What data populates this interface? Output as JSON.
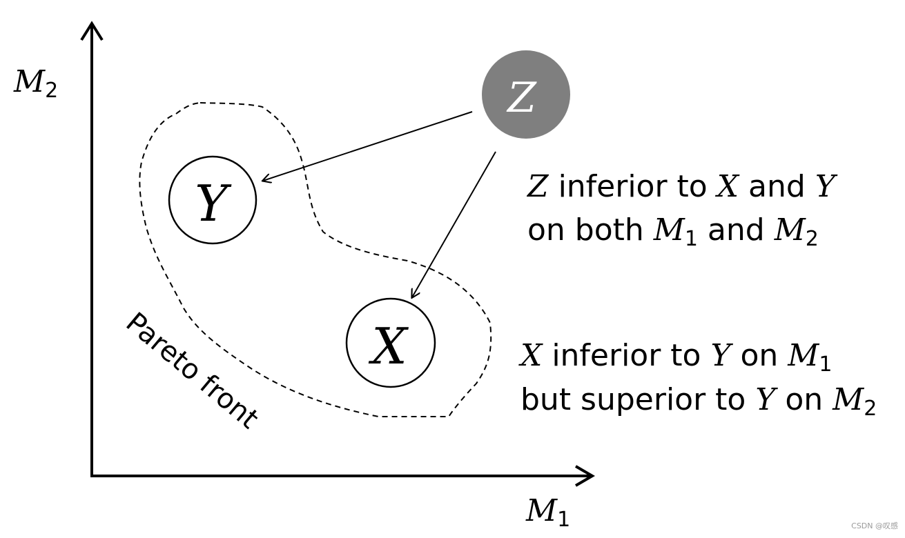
{
  "axes": {
    "x_label": {
      "base": "M",
      "sub": "1"
    },
    "y_label": {
      "base": "M",
      "sub": "2"
    }
  },
  "nodes": {
    "z": {
      "label": "Z",
      "fill": "#7f7f7f",
      "text_color": "#ffffff"
    },
    "y": {
      "label": "Y",
      "fill": "#ffffff",
      "text_color": "#000000"
    },
    "x": {
      "label": "X",
      "fill": "#ffffff",
      "text_color": "#000000"
    }
  },
  "pareto_front_label": "Pareto front",
  "annotations": {
    "z_line1": {
      "var": "Z",
      "text1": " inferior to ",
      "var2": "X",
      "text2": " and ",
      "var3": "Y"
    },
    "z_line2": {
      "text1": "on both ",
      "m1_base": "M",
      "m1_sub": "1",
      "text2": " and ",
      "m2_base": "M",
      "m2_sub": "2"
    },
    "x_line1": {
      "var": "X",
      "text1": " inferior to ",
      "var2": "Y",
      "text2": " on ",
      "m_base": "M",
      "m_sub": "1"
    },
    "x_line2": {
      "text1": "but superior to ",
      "var": "Y",
      "text2": " on ",
      "m_base": "M",
      "m_sub": "2"
    }
  },
  "watermark": "CSDN @叹感"
}
